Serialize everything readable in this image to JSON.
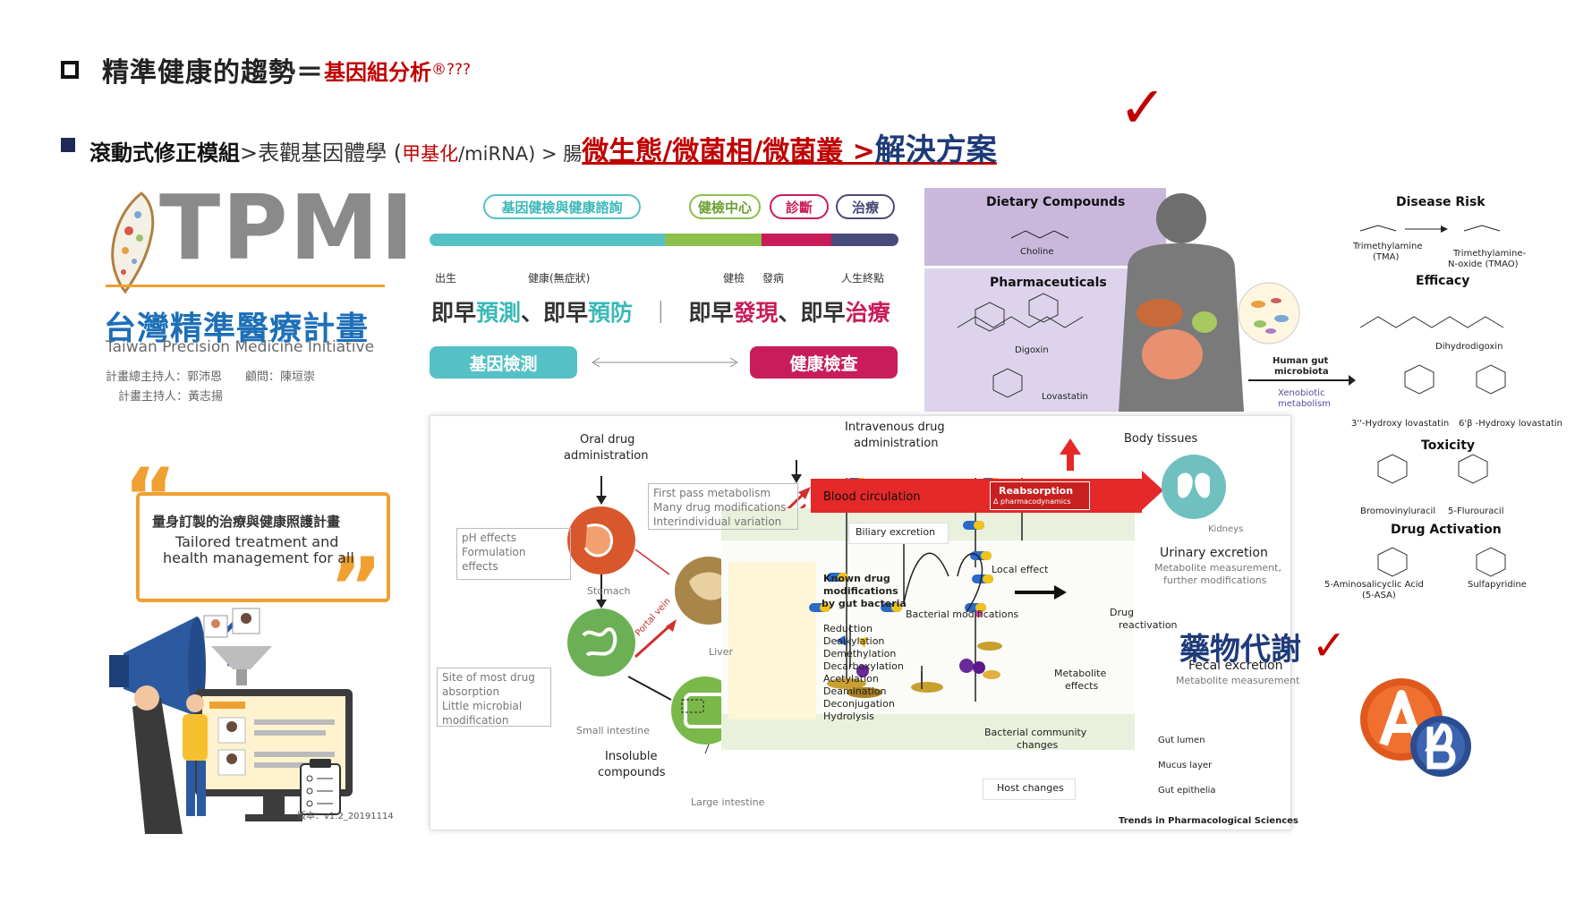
{
  "header": {
    "title": "精準健康的趨勢＝",
    "title_red": "基因組分析",
    "title_mark": "®???",
    "sub_1": "滾動式修正模組",
    "sub_2": ">表觀基因體學 (",
    "sub_3": "甲基化",
    "sub_4": "/miRNA) > 腸",
    "sub_5": "微生態/微菌相/微菌叢 >",
    "sub_6": "解決方案",
    "check": "✓"
  },
  "tpmi": {
    "wordmark": "TPMI",
    "name_zh": "台灣精準醫療計畫",
    "name_en": "Taiwan Precision Medicine Initiative",
    "credit_1": "計畫總主持人：郭沛恩　　顧問：陳垣崇",
    "credit_2": "計畫主持人：黃志揚"
  },
  "care": {
    "zh": "量身訂製的治療與健康照護計畫",
    "en_1": "Tailored treatment and",
    "en_2": "health management for all",
    "version": "版本：v1.2_20191114"
  },
  "timeline": {
    "pills": [
      "基因健檢與健康諮詢",
      "健檢中心",
      "診斷",
      "治療"
    ],
    "labels": [
      "出生",
      "健康(無症狀)",
      "健檢",
      "發病",
      "人生終點"
    ],
    "slogan": {
      "a": "即早",
      "b": "預測",
      "c": "、即早",
      "d": "預防",
      "sep": "｜",
      "e": "即早",
      "f": "發現",
      "g": "、即早",
      "h": "治療"
    },
    "btn_gene": "基因檢測",
    "btn_check": "健康檢查"
  },
  "drug_panel": {
    "dietary": "Dietary Compounds",
    "choline": "Choline",
    "pharmaceuticals": "Pharmaceuticals",
    "digoxin": "Digoxin",
    "lovastatin": "Lovastatin",
    "human_gut": "Human gut",
    "microbiota": "microbiota",
    "xeno_1": "Xenobiotic",
    "xeno_2": "metabolism",
    "disease_risk": "Disease Risk",
    "tma_1": "Trimethylamine",
    "tma_2": "(TMA)",
    "tmao_1": "Trimethylamine-",
    "tmao_2": "N-oxide (TMAO)",
    "efficacy": "Efficacy",
    "dihydro": "Dihydrodigoxin",
    "hydroxy_1": "3''-Hydroxy lovastatin",
    "hydroxy_2": "6'β -Hydroxy lovastatin",
    "toxicity": "Toxicity",
    "bromo": "Bromovinyluracil",
    "fluoro": "5-Flurouracil",
    "drug_activation": "Drug Activation",
    "asa_1": "5-Aminosalicyclic Acid",
    "asa_2": "(5-ASA)",
    "sulfa": "Sulfapyridine"
  },
  "main_fig": {
    "oral_1": "Oral drug",
    "oral_2": "administration",
    "iv_1": "Intravenous drug",
    "iv_2": "administration",
    "body_tissues": "Body tissues",
    "first_pass_1": "First pass metabolism",
    "first_pass_2": "Many drug modifications",
    "first_pass_3": "Interindividual variation",
    "ph_1": "pH effects",
    "ph_2": "Formulation",
    "ph_3": "effects",
    "stomach": "Stomach",
    "liver": "Liver",
    "portal_vein": "Portal vein",
    "small_intestine": "Small intestine",
    "large_intestine": "Large intestine",
    "site_1": "Site of most drug",
    "site_2": "absorption",
    "site_3": "Little microbial",
    "site_4": "modification",
    "insoluble_1": "Insoluble",
    "insoluble_2": "compounds",
    "blood": "Blood circulation",
    "reabsorption": "Reabsorption",
    "pharmacodynamics": "Δ pharmacodynamics",
    "kidneys": "Kidneys",
    "urinary": "Urinary excretion",
    "urinary_sub_1": "Metabolite measurement,",
    "urinary_sub_2": "further modifications",
    "biliary": "Biliary excretion",
    "local_effect": "Local effect",
    "known_1": "Known drug",
    "known_2": "modifications",
    "known_3": "by gut bacteria",
    "mods": [
      "Reduction",
      "Dealkylation",
      "Demethylation",
      "Decarboxylation",
      "Acetylation",
      "Deamination",
      "Deconjugation",
      "Hydrolysis"
    ],
    "bacterial_mod": "Bacterial modifications",
    "drug_react_1": "Drug",
    "drug_react_2": "reactivation",
    "metab_1": "Metabolite",
    "metab_2": "effects",
    "fecal": "Fecal excretion",
    "fecal_sub": "Metabolite measurement",
    "community_1": "Bacterial community",
    "community_2": "changes",
    "host": "Host changes",
    "gut_lumen": "Gut lumen",
    "mucus": "Mucus layer",
    "epithelia": "Gut epithelia",
    "credit": "Trends in Pharmacological Sciences"
  },
  "metabolism_label": "藥物代謝",
  "colors": {
    "red": "#c00000",
    "navy": "#1e3a78",
    "teal": "#54c1c5",
    "green": "#8cc04a",
    "magenta": "#c81d5a",
    "indigo": "#4a4a7a",
    "blood": "#e52828"
  }
}
